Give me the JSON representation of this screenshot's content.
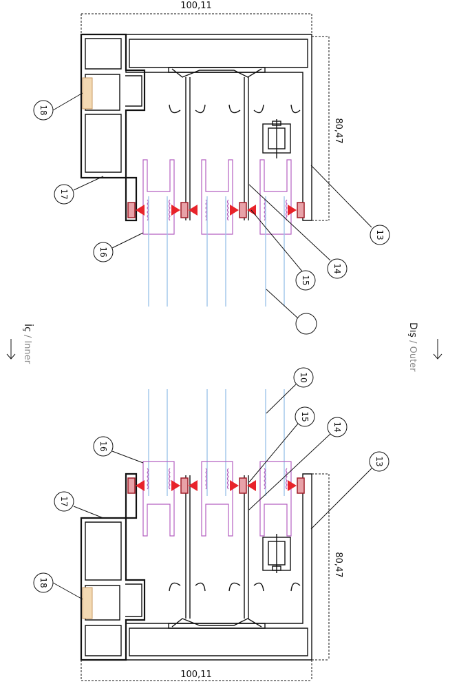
{
  "dimensions": {
    "width_top": "100,11",
    "height_top": "80,47",
    "width_bottom": "100,11",
    "height_bottom": "80,47"
  },
  "callouts_top": [
    {
      "label": "18"
    },
    {
      "label": "17"
    },
    {
      "label": "16"
    },
    {
      "label": "15"
    },
    {
      "label": "14"
    },
    {
      "label": "13"
    },
    {
      "label": ""
    }
  ],
  "callouts_bottom": [
    {
      "label": "10"
    },
    {
      "label": "15"
    },
    {
      "label": "14"
    },
    {
      "label": "13"
    },
    {
      "label": "16"
    },
    {
      "label": "17"
    },
    {
      "label": "18"
    }
  ],
  "sides": {
    "inner_tr": "İç",
    "inner_en": " / Inner",
    "outer_tr": "Dış",
    "outer_en": " / Outer"
  },
  "colors": {
    "glass": "#9ec5ea",
    "gasket": "#b45fc0",
    "thermal_break": "#e8a2a8",
    "arrow": "#e8232a",
    "wood_insert": "#f3d9b3"
  }
}
